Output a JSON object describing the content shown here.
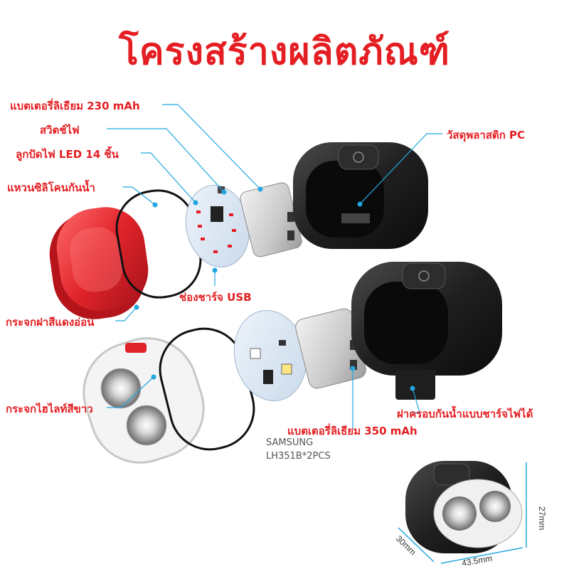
{
  "title": "โครงสร้างผลิตภัณฑ์",
  "labels": {
    "battery_230": "แบตเตอรี่ลิเธียม 230 mAh",
    "switch": "สวิตช์ไฟ",
    "led_beads": "ลูกปัดไฟ LED 14 ชิ้น",
    "silicone_ring": "แหวนซิลิโคนกันน้ำ",
    "pc_plastic": "วัสดุพลาสติก PC",
    "usb_port": "ช่องชาร์จ USB",
    "red_lens": "กระจกฝาสีแดงอ่อน",
    "waterproof_cover": "ฝาครอบกันน้ำแบบชาร์จไฟได้",
    "white_lens": "กระจกไฮไลท์สีขาว",
    "battery_350": "แบตเตอรี่ลิเธียม 350 mAh"
  },
  "cell_note": {
    "line1": "SAMSUNG",
    "line2": "LH351B*2PCS"
  },
  "dimensions": {
    "depth": "30mm",
    "width": "43.5mm",
    "height": "27mm"
  },
  "colors": {
    "accent_red": "#e41e22",
    "callout_blue": "#22a7e0",
    "housing": "#1c1c1c",
    "lens_red": "#e0232a"
  }
}
